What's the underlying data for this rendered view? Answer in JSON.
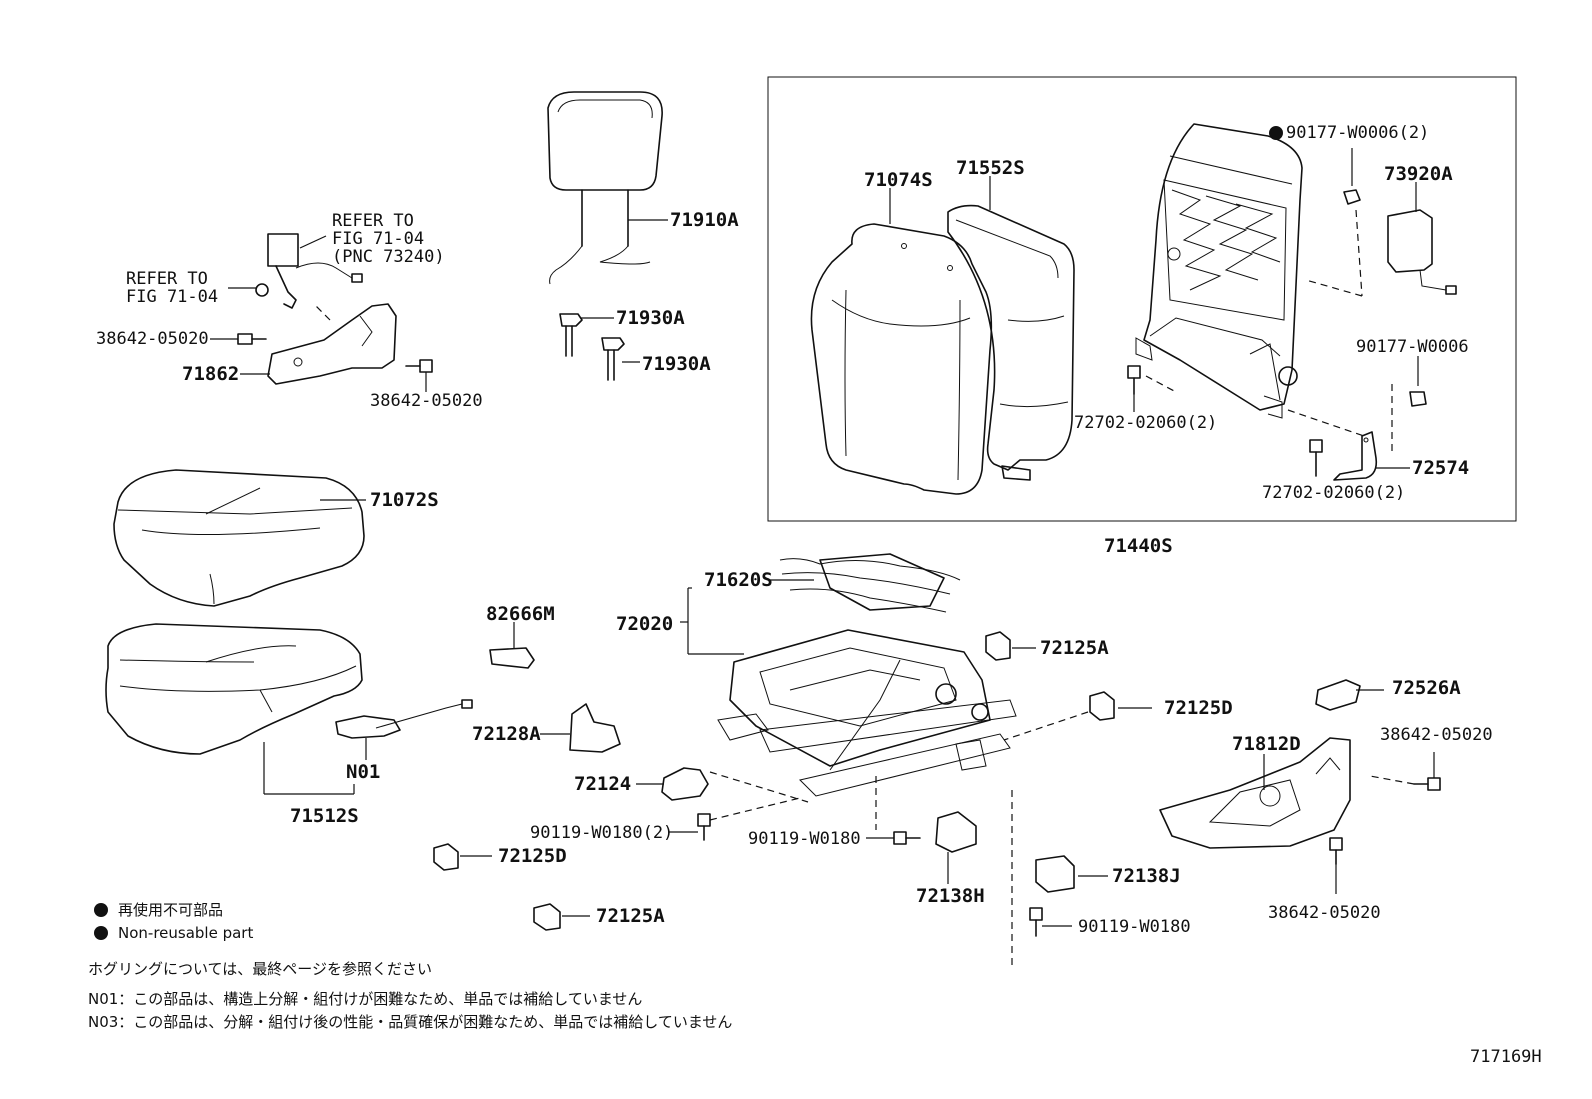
{
  "diagram_id": "717169H",
  "labels": {
    "refer_1_line1": "REFER TO",
    "refer_1_line2": "FIG 71-04",
    "refer_1_line3": "(PNC 73240)",
    "refer_2_line1": "REFER TO",
    "refer_2_line2": "FIG 71-04",
    "p38642_a": "38642-05020",
    "p38642_b": "38642-05020",
    "p38642_c": "38642-05020",
    "p38642_d": "38642-05020",
    "p71862": "71862",
    "p71910A": "71910A",
    "p71930A_1": "71930A",
    "p71930A_2": "71930A",
    "p71074S": "71074S",
    "p71552S": "71552S",
    "p90177_2": "90177-W0006(2)",
    "p73920A": "73920A",
    "p90177": "90177-W0006",
    "p72702_a": "72702-02060(2)",
    "p72702_b": "72702-02060(2)",
    "p72574": "72574",
    "p71440S": "71440S",
    "p71072S": "71072S",
    "p71620S": "71620S",
    "p72020": "72020",
    "p82666M": "82666M",
    "p72125A_1": "72125A",
    "p72125D_1": "72125D",
    "p72526A": "72526A",
    "p72128A": "72128A",
    "pN01": "N01",
    "p71812D": "71812D",
    "p71512S": "71512S",
    "p72124": "72124",
    "p90119_2": "90119-W0180(2)",
    "p90119_a": "90119-W0180",
    "p72125D_2": "72125D",
    "p72138H": "72138H",
    "p72138J": "72138J",
    "p90119_b": "90119-W0180",
    "p72125A_2": "72125A"
  },
  "legend": {
    "non_reusable_jp": "再使用不可部品",
    "non_reusable_en": "Non-reusable part"
  },
  "notes": {
    "hog_ring": "ホグリングについては、最終ページを参照ください",
    "n01": "N01：この部品は、構造上分解・組付けが困難なため、単品では補給していません",
    "n03": "N03：この部品は、分解・組付け後の性能・品質確保が困難なため、単品では補給していません"
  }
}
